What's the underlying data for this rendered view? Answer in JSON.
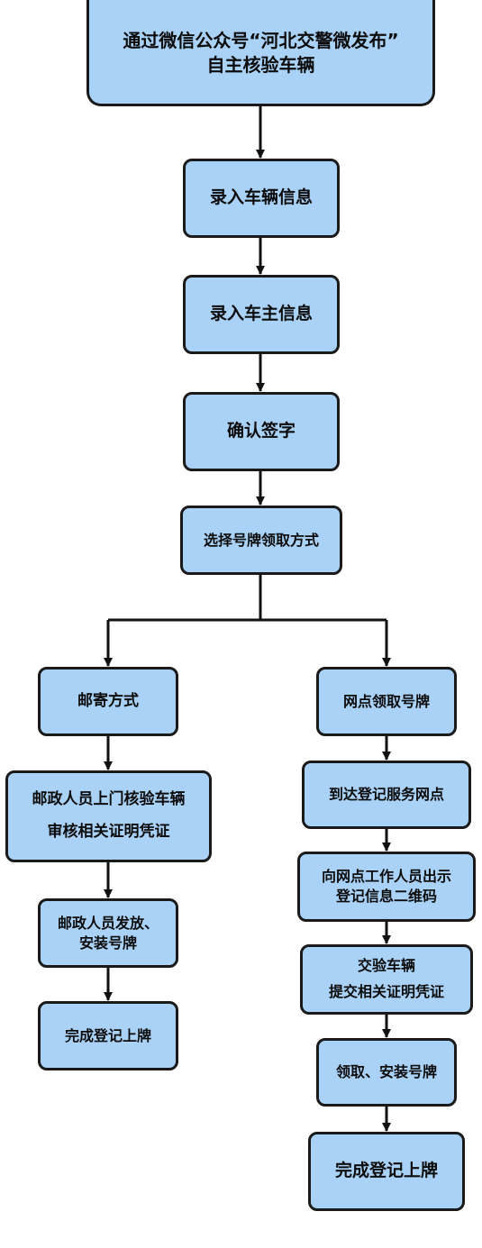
{
  "diagram": {
    "nodes": {
      "start": {
        "lines": [
          "通过微信公众号“河北交警微发布”",
          "自主核验车辆"
        ]
      },
      "step1": {
        "lines": [
          "录入车辆信息"
        ]
      },
      "step2": {
        "lines": [
          "录入车主信息"
        ]
      },
      "step3": {
        "lines": [
          "确认签字"
        ]
      },
      "step4": {
        "lines": [
          "选择号牌领取方式"
        ]
      },
      "mail": {
        "lines": [
          "邮寄方式"
        ]
      },
      "mail1": {
        "lines": [
          "邮政人员上门核验车辆",
          "审核相关证明凭证"
        ]
      },
      "mail2": {
        "lines": [
          "邮政人员发放、",
          "安装号牌"
        ]
      },
      "mail3": {
        "lines": [
          "完成登记上牌"
        ]
      },
      "point": {
        "lines": [
          "网点领取号牌"
        ]
      },
      "point1": {
        "lines": [
          "到达登记服务网点"
        ]
      },
      "point2": {
        "lines": [
          "向网点工作人员出示",
          "登记信息二维码"
        ]
      },
      "point3": {
        "lines": [
          "交验车辆",
          "提交相关证明凭证"
        ]
      },
      "point4": {
        "lines": [
          "领取、安装号牌"
        ]
      },
      "point5": {
        "lines": [
          "完成登记上牌"
        ]
      }
    },
    "colors": {
      "node_fill": "#a9d2f6",
      "border": "#1a1a1a",
      "arrow": "#111111"
    }
  }
}
